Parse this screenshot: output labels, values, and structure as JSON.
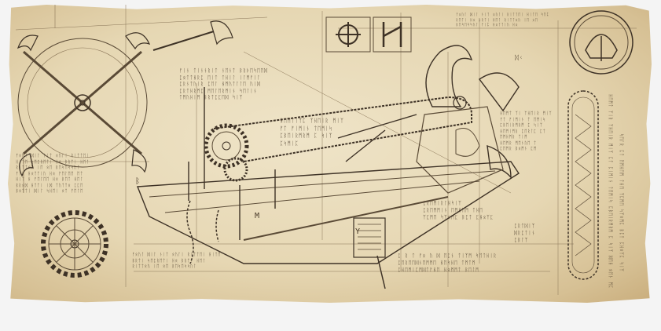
{
  "colors": {
    "paper": "#e6d7b3",
    "ink": "#5a4a36",
    "ink_dark": "#3e3226",
    "background": "#f4f4f4"
  },
  "icons": [
    "gear-icon",
    "axe-icon",
    "cross-rune-icon",
    "bind-rune-icon",
    "helmet-shield-icon",
    "chain-icon",
    "sprocket-icon",
    "claw-icon"
  ],
  "notes": {
    "block_center_top": "ᚠᛁᚾ ᛏᛁᚾᚾᚱᛁᛏ ᚾᛖᚾᛏ ᛒᚱᚦᛖᛋᛖᛖᛞ\nᛈᛟᛏᛏᚺᚱᛈ ᛖᛁᛏ ᛏᚺᛁᛚ ᛁᛚᛗᚠᛁᛚ\nᛈᚱᚾᛏᚢᛁᚱ ᛈᛖᛚ ᚺᛗᚢᛏᛚᛚᛖ ᚢᛁᛞ\nᛈᚱᛏᚺᚱᛗᛈ ᛗᛖᛚᛖᚱᛗᛁᚾ ᛋᛖᛚᛁᚾ\nᛏᛗᚢᚺᛁᛗ ᛒᚱᛏᛈᛈᛖᛞ ᛋᛁᛉ",
    "block_center_mid": "ᚺᛖᛗᛏᛁᛉᛈ ᛉᚺᛖᛁᚱ ᛗᛁᛉ\nᚠᛏ ᚠᛁᛗᛁᚾ ᛏᛖᛗᛁᛋ\nᛈᛒᛖᛁᚱᛗᚱᛗ ᛈ ᛋᛁᛉ\nᛈᛋᛗᛁᛈ",
    "block_left_mid": "ᚠᛟᚢᛚ ᛞᛁᛚ ᚾᛁᛏ ᛟᚢᛚᛁ ᚱᛁᛏᛏᛖᛁ\nᚺᛁᛏᛖ ᛋᛖᛈᚱᛖᛏᛁ ᚺᛟ ᛒᚱᛏᛁ ᚺᛖᛚ\nᚱᛁᛏᛏᛟᚢ ᛁᛖ ᛟᛖ ᛒᛖᛋᛖᛋᛋᚢᛚ\nᚠᛁᛈ ᚺᛟᛏᛏᛁᚢ ᚺᛟ ᚠᛖᛚᛖᛖ ᛖᛏ\nᚺᛁᛏ ᚺ ᚠᛖᛚᛖᛖ ᚺᛟ ᛒᛖᛏ ᚺᛖᛚ\nᛒᚱᛟᛞ ᚺᛏᛏᛁ ᛁᛞ ᛏᚢᛏᛏᛟ ᛈᛈᛖ\nᛒᛟᛏᛏᛁ ᛞᛁᛚ ᛋᚺᛖᛁ ᛟᛏ ᚠᛖᛚᛖ",
    "block_left_bottom": "ᚠᛟᚢᛚ ᛞᛁᛚ ᚾᛁᛏ ᛟᚢᛚᛁ ᚱᛁᛏᛏᛖᛁ ᚺᛁᛏᛖ\nᛒᚱᛏᛁ ᛋᛖᛈᚱᛖᛏᛁ ᚺᛟ ᛒᚱᛏᛁ ᚺᛖᛚ\nᚱᛁᛏᛏᛟᚢ ᛁᛖ ᛟᛖ ᛒᛖᛋᛖᛋᛋᚢᛚ",
    "block_center_right": "ᛈᚱᛖᛗᛁᚱᛚᚺᛋᛁᛉ\nᛈᚱᛖᛗᛗᛁᚾ ᛖᛗᚺᛖᛗ ᛏᚺᛖ\nᛉᛈᛗᛖ ᛋᛉᛟᛗᛈ ᛒᛈᛏ ᛈᚺᛟᛉᛈ",
    "block_bottom_center": "ᛈ ᚱ ᛏ ᚠᛟ ᚢ ᛞ ᛖᛈᚾ ᛏᛁᛉᛗ ᛋᛖᛏᚺᛁᚱ\nᛈᛖᚱᛖᛖᛞᚾᛖᛗᛗᛖ ᚺᛖᛋᚺᛖ ᛏᛗᛏᛗ\nᛈᚺᛖᛗᛁᛈᛗᛞᛏᚠᚺᛖ ᚺᛟᛗᛗᛏ ᛒᛖᛚᛗ",
    "block_right_small": "ᛈᚱᛏᛞᛁᛉ\nᛞᚱᛈᛏᛁᚾ\nᛈᛒᛚᛉ",
    "block_right_col": "ᚺᛖᛗᛏ ᛉᛁ ᛉᚺᛖᛁᚱ ᛗᛁᛉ\nᚠᛏ ᚠᛁᛗᛁᚾ ᛏ ᛖᛗᛁᛋ\nᛈᛒᛖᛁᚱᛗᚱᛗ ᛈ ᛋᛁᛉ\nᚺᛖᛗᛁᛗᚱ ᛈᛖᚱᛚᛈ ᛈᛏ\nᛖᛗᚺᛗᚱ ᛏᛁᛗ\nᚺᛖᛗᚱ ᛗᛖᚾᚢᛖ ᛏ\nᛈᛖᛗᚱ ᛒᛟᛗᚾ ᛈᛗ",
    "block_top_right": "ᚠᛟᚢᛚ ᛞᛁᛚ ᚾᛁᛏ ᛟᚢᛚᛁ ᚱᛁᛏᛏᛖᛁ ᚺᛁᛏᛖ ᛋᛖᛈ\nᚱᛖᛏᛁ ᚺᛟ ᛒᚱᛏᛁ ᚺᛖᛚ ᚱᛁᛏᛏᛟᚢ ᛁᛖ ᛟᛖ\nᛒᛖᛋᛖᛋᛋᚢᛚ ᚠᛁᛈ ᚺᛟᛏᛏᛁᚢ ᚺᛟ",
    "vertical_far_right": "ᚺᛖᛗᛏ ᛉᛁᚱ ᛉᚺᛖᛁᚱ ᛗᛁᛉ ᛈᛏ ᛈᛁᛗᛁᚾ ᛏᛖᛗᛁᛋ ᛈᛒᛖᛁᚱᛗᚱᛗ ᛈ ᛋᛁᛉ ᛞᛖᚺ ᛟᛖᚾ ᛗᛈ",
    "vertical_far_right_2": "ᛋᛖᛚᚱ ᛈᛏ ᛖᛗᚺᛖᛗ ᛏᚺᛖ ᛉᛈᛗᛖ ᛋᛉᛟᛗᛈ ᛒᛈᛏ ᛈᚺᛟᛉᛈ ᛋᛁᛉ"
  },
  "labels": {
    "mark_m": "M",
    "mark_y": "Y",
    "mark_b": "ᛒ",
    "mark_dk": "ᛞᚲ"
  }
}
